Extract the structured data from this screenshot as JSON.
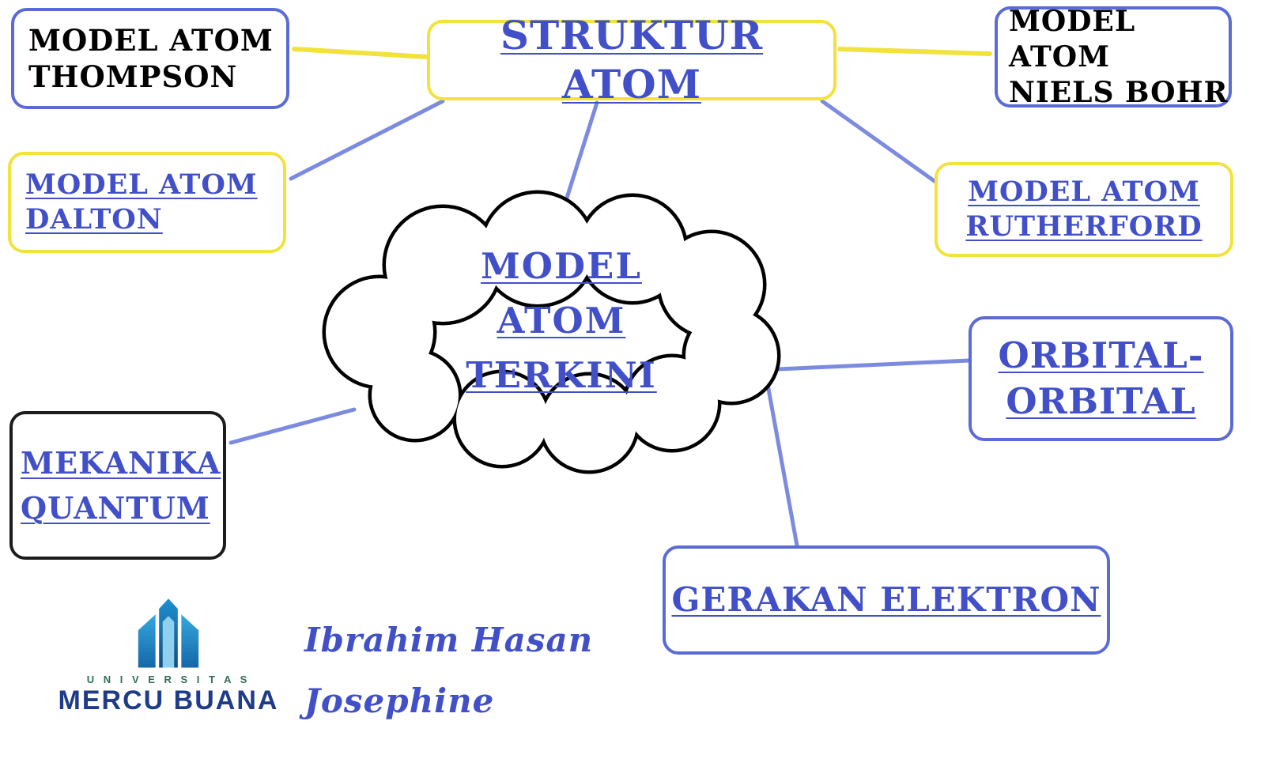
{
  "title": "Struktur Atom mind map",
  "center_node": {
    "label": "STRUKTUR ATOM"
  },
  "cloud": {
    "lines": [
      "MODEL",
      "ATOM",
      "TERKINI"
    ]
  },
  "nodes": {
    "thompson": {
      "lines": [
        "MODEL ATOM",
        "THOMPSON"
      ]
    },
    "niels_bohr": {
      "lines": [
        "MODEL ATOM",
        "NIELS BOHR"
      ]
    },
    "dalton": {
      "lines": [
        "MODEL ATOM",
        "DALTON"
      ]
    },
    "rutherford": {
      "lines": [
        "MODEL ATOM",
        "RUTHERFORD"
      ]
    },
    "mekanika": {
      "lines": [
        "MEKANIKA",
        "QUANTUM"
      ]
    },
    "orbital": {
      "lines": [
        "ORBITAL-",
        "ORBITAL"
      ]
    },
    "gerakan": {
      "label": "GERAKAN ELEKTRON"
    }
  },
  "logo": {
    "name": "mercu-buana-logo",
    "university_small": "U N I V E R S I T A S",
    "university_name": "MERCU BUANA"
  },
  "signature": {
    "line1": "Ibrahim Hasan",
    "line2": "Josephine"
  },
  "colors": {
    "border_blue": "#5b6bd5",
    "border_yellow": "#f2e23c",
    "text_blue": "#4150c8",
    "text_black": "#000000",
    "connector_blue": "#7c8be0",
    "connector_yellow": "#f2e23c",
    "logo_light_blue": "#35a8e0",
    "logo_dark_blue": "#1467a8",
    "logo_name_blue": "#1f3c88"
  }
}
